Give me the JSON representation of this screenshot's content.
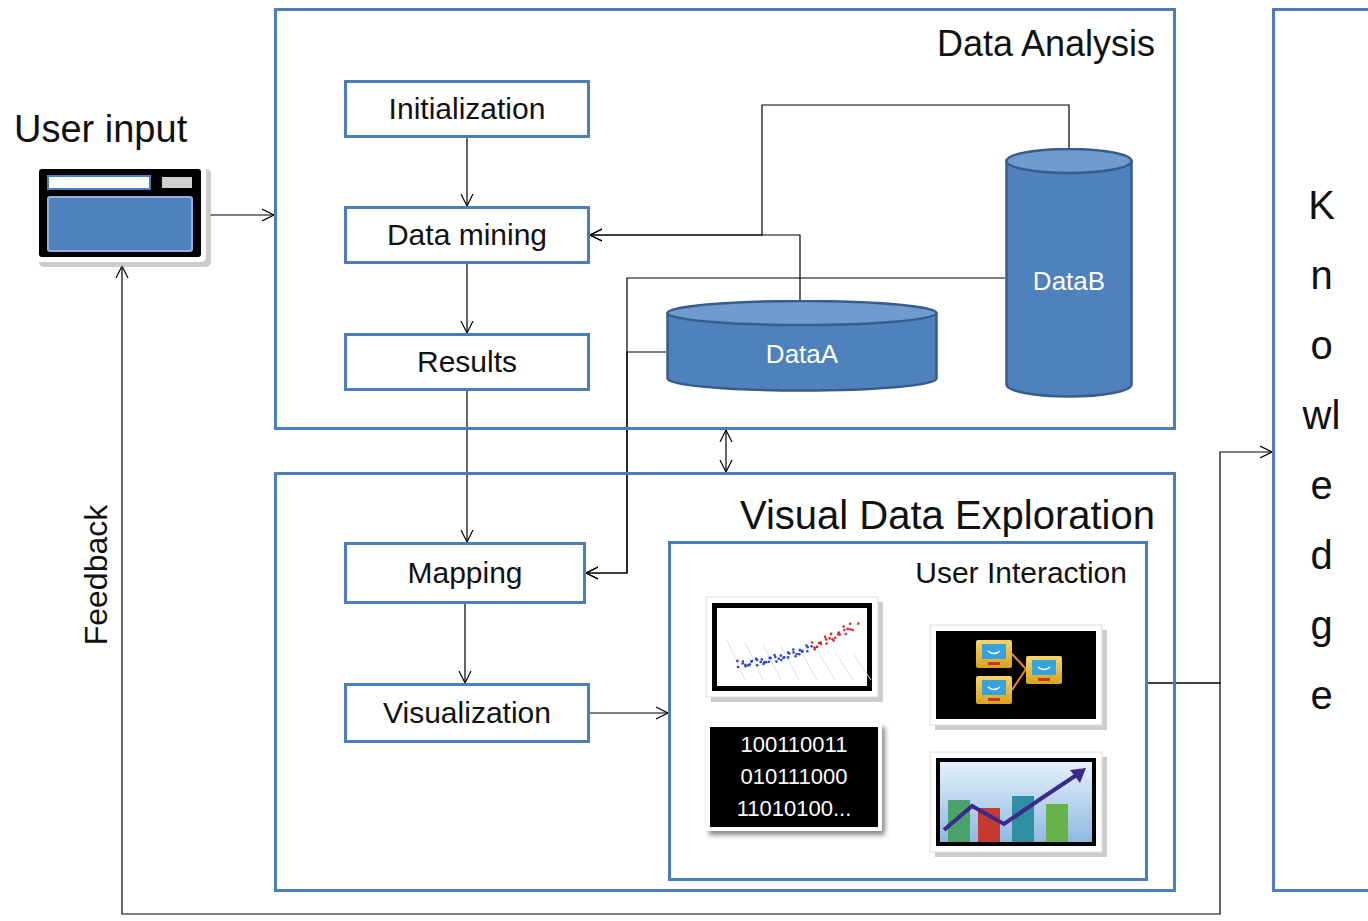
{
  "diagram": {
    "nodes": [
      {
        "text": [
          "User input"
        ]
      },
      {
        "text": [
          "Data Analysis"
        ]
      },
      {
        "text": [
          "Initialization"
        ],
        "in": 1
      },
      {
        "text": [
          "Data mining"
        ],
        "in": 1
      },
      {
        "text": [
          "Results"
        ],
        "in": 1
      },
      {
        "text": [
          "DataA"
        ],
        "in": 1
      },
      {
        "text": [
          "DataB"
        ],
        "in": 1
      },
      {
        "text": [
          "Visual Data Exploration"
        ]
      },
      {
        "text": [
          "Mapping"
        ],
        "in": 7
      },
      {
        "text": [
          "Visualization"
        ],
        "in": 7
      },
      {
        "text": [
          "User Interaction"
        ],
        "in": 7
      },
      {
        "text": [
          "100110011 010111000 11010100..."
        ],
        "in": 10
      },
      {
        "text": [
          "Knowledge"
        ]
      }
    ],
    "edges": [
      {
        "from": 0,
        "to": 1,
        "arrow": "to"
      },
      {
        "from": 2,
        "to": 3,
        "arrow": "to"
      },
      {
        "from": 3,
        "to": 4,
        "arrow": "to"
      },
      {
        "from": 5,
        "to": 3,
        "arrow": "to"
      },
      {
        "from": 6,
        "to": 3,
        "arrow": "to"
      },
      {
        "from": 4,
        "to": 8,
        "arrow": "to"
      },
      {
        "from": 5,
        "to": 8,
        "arrow": "to"
      },
      {
        "from": 6,
        "to": 8,
        "arrow": "to"
      },
      {
        "from": 1,
        "to": 7,
        "arrow": "both"
      },
      {
        "from": 8,
        "to": 9,
        "arrow": "to"
      },
      {
        "from": 9,
        "to": 10,
        "arrow": "to"
      },
      {
        "from": 10,
        "to": 12,
        "arrow": "to"
      },
      {
        "from": 10,
        "to": 0,
        "label": "Feedback",
        "arrow": "to"
      }
    ]
  }
}
